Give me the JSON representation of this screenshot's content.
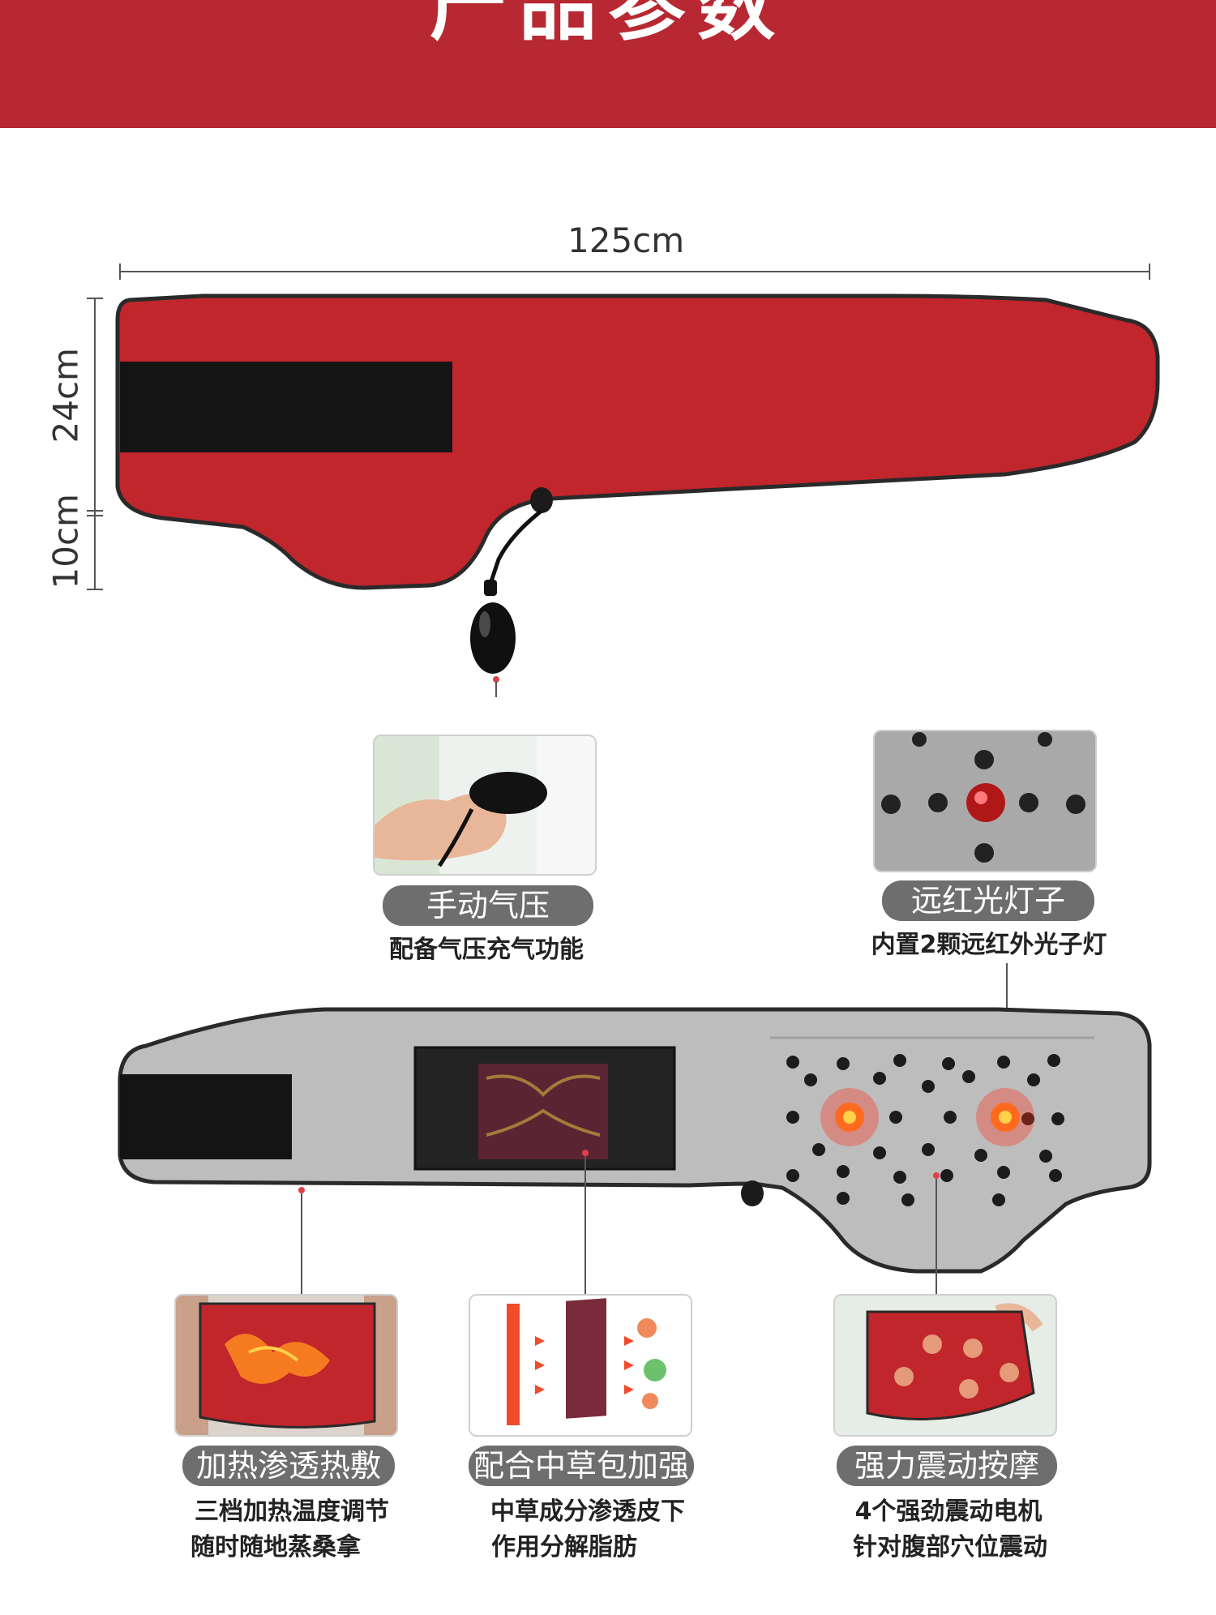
{
  "banner": {
    "title": "产品参数",
    "color": "#b72832"
  },
  "dimensions": {
    "length": "125cm",
    "height_main": "24cm",
    "height_extra": "10cm"
  },
  "features": {
    "pump": {
      "title": "手动气压",
      "desc_lines": [
        "配备气压充气功能"
      ]
    },
    "infrared": {
      "title": "远红光灯子",
      "desc_lines": [
        "内置2颗远红外光子灯"
      ]
    },
    "heat": {
      "title": "加热渗透热敷",
      "desc_lines": [
        "三档加热温度调节",
        "随时随地蒸桑拿"
      ]
    },
    "herb": {
      "title": "配合中草包加强",
      "desc_lines": [
        "中草成分渗透皮下",
        "作用分解脂肪"
      ]
    },
    "vibration": {
      "title": "强力震动按摩",
      "desc_lines": [
        "4个强劲震动电机",
        "针对腹部穴位震动"
      ]
    }
  },
  "colors": {
    "belt_red": "#c0262c",
    "belt_gray": "#bdbdbd",
    "pill_gray": "#6e6e6e"
  }
}
